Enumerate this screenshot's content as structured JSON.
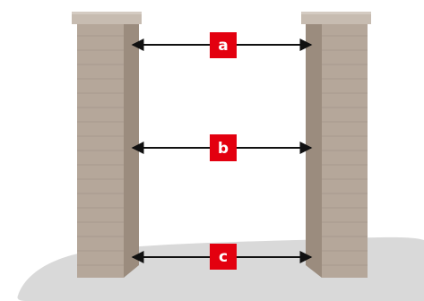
{
  "labels": {
    "a": "a",
    "b": "b",
    "c": "c"
  },
  "colors": {
    "background": "#ffffff",
    "ground_shadow": "#d9d9d9",
    "pillar_front": "#b5a79a",
    "pillar_side": "#9b8c7e",
    "pillar_cap": "#c7bcb1",
    "pillar_cap_top": "#d4cbc2",
    "brick_line": "#a79a8d",
    "arrow": "#111111",
    "label_bg": "#e3000f",
    "label_text": "#ffffff"
  }
}
